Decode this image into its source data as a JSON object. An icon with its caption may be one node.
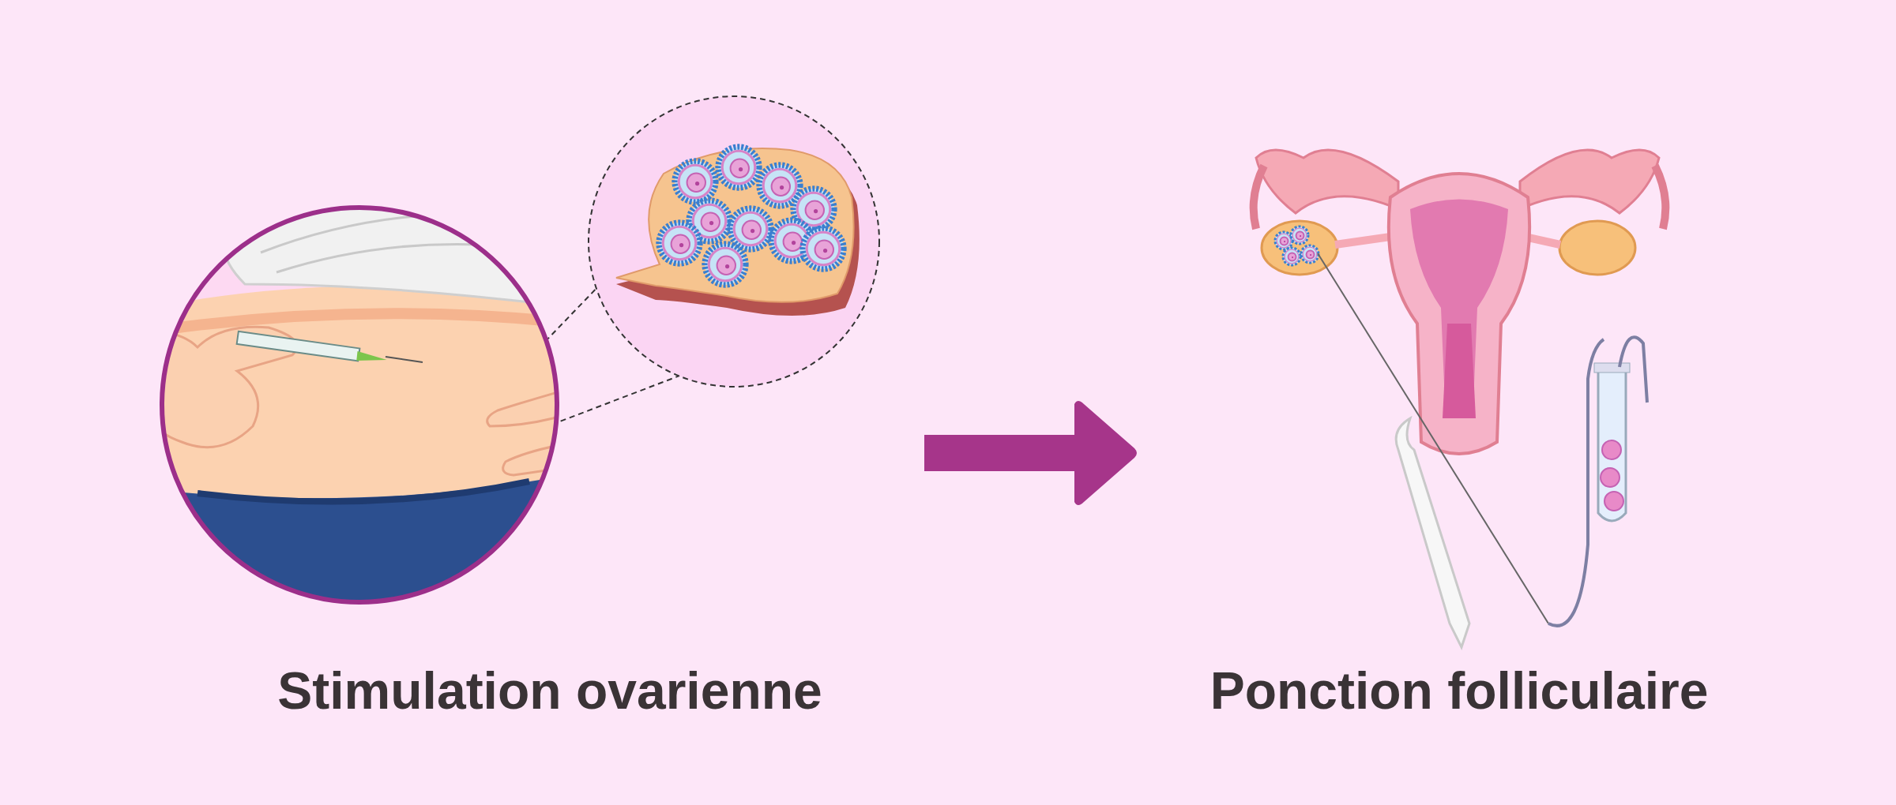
{
  "diagram": {
    "nodes": [
      {
        "text": [
          "Stimulation ovarienne"
        ]
      },
      {
        "text": [
          "Ponction folliculaire"
        ]
      }
    ],
    "edges": [
      {
        "from": 0,
        "to": 1,
        "arrow": "to",
        "color": "#a6358a"
      }
    ]
  }
}
